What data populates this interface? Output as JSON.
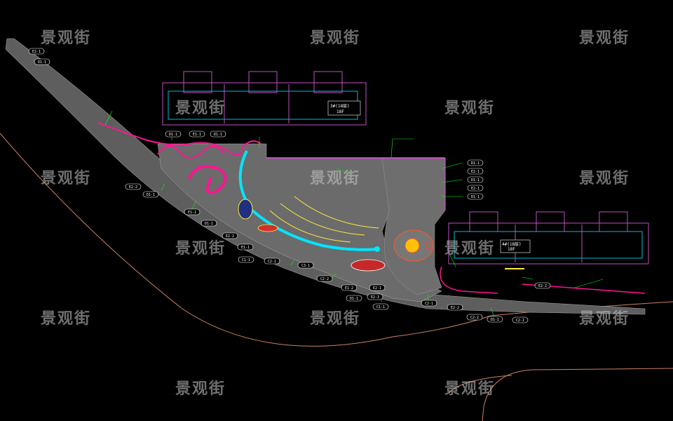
{
  "watermark": "景观街",
  "building_labels": [
    {
      "line1": "3#(18层)",
      "line2": "18F"
    },
    {
      "line1": "4#(18层)",
      "line2": "18F"
    }
  ],
  "tags": [
    "E2-1",
    "D1-1",
    "E2-2",
    "D1-1",
    "D1-1",
    "E1-1",
    "D1-1",
    "E1-1",
    "D1-1",
    "E2-2",
    "E1-1",
    "C1-1",
    "C2-1",
    "C3-1",
    "C2-2",
    "E1-2",
    "D1-1",
    "E2-1",
    "E2-3",
    "C1-1",
    "C2-1",
    "E2-2",
    "C2-2",
    "D1-1",
    "C2-1",
    "D1-1",
    "E2-1",
    "D1-1",
    "E2-1",
    "D1-1",
    "E2-2"
  ],
  "colors": {
    "background": "#000000",
    "paving": "#6b6b6b",
    "buildings": "#c050c0",
    "walls": "#ff1493",
    "water": "#00e5ff",
    "edge": "#d08060",
    "leader": "#00ff00"
  }
}
